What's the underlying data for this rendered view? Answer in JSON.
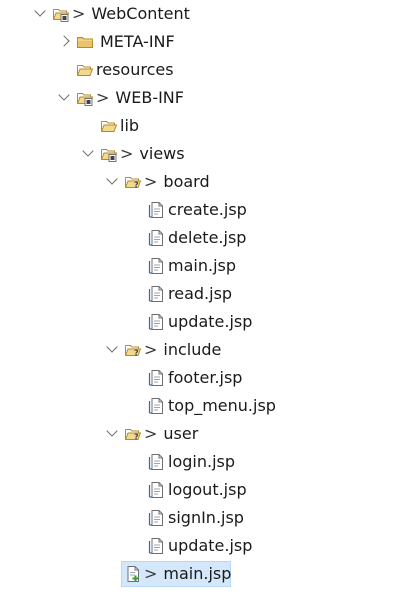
{
  "tree": {
    "nodes": [
      {
        "label": "WebContent",
        "prefix": ">",
        "icon": "folder-decorated-icon",
        "twisty": "expanded",
        "depth": 0
      },
      {
        "label": "META-INF",
        "prefix": "",
        "icon": "folder-icon",
        "twisty": "collapsed",
        "depth": 1
      },
      {
        "label": "resources",
        "prefix": "",
        "icon": "open-folder-icon",
        "twisty": "none",
        "depth": 1
      },
      {
        "label": "WEB-INF",
        "prefix": ">",
        "icon": "folder-decorated-icon",
        "twisty": "expanded",
        "depth": 1
      },
      {
        "label": "lib",
        "prefix": "",
        "icon": "open-folder-icon",
        "twisty": "none",
        "depth": 2
      },
      {
        "label": "views",
        "prefix": ">",
        "icon": "folder-decorated-icon",
        "twisty": "expanded",
        "depth": 2
      },
      {
        "label": "board",
        "prefix": ">",
        "icon": "folder-unknown-icon",
        "twisty": "expanded",
        "depth": 3
      },
      {
        "label": "create.jsp",
        "prefix": "",
        "icon": "jsp-file-icon",
        "twisty": "none",
        "depth": 4
      },
      {
        "label": "delete.jsp",
        "prefix": "",
        "icon": "jsp-file-icon",
        "twisty": "none",
        "depth": 4
      },
      {
        "label": "main.jsp",
        "prefix": "",
        "icon": "jsp-file-icon",
        "twisty": "none",
        "depth": 4
      },
      {
        "label": "read.jsp",
        "prefix": "",
        "icon": "jsp-file-icon",
        "twisty": "none",
        "depth": 4
      },
      {
        "label": "update.jsp",
        "prefix": "",
        "icon": "jsp-file-icon",
        "twisty": "none",
        "depth": 4
      },
      {
        "label": "include",
        "prefix": ">",
        "icon": "folder-unknown-icon",
        "twisty": "expanded",
        "depth": 3
      },
      {
        "label": "footer.jsp",
        "prefix": "",
        "icon": "jsp-file-icon",
        "twisty": "none",
        "depth": 4
      },
      {
        "label": "top_menu.jsp",
        "prefix": "",
        "icon": "jsp-file-icon",
        "twisty": "none",
        "depth": 4
      },
      {
        "label": "user",
        "prefix": ">",
        "icon": "folder-unknown-icon",
        "twisty": "expanded",
        "depth": 3
      },
      {
        "label": "login.jsp",
        "prefix": "",
        "icon": "jsp-file-icon",
        "twisty": "none",
        "depth": 4
      },
      {
        "label": "logout.jsp",
        "prefix": "",
        "icon": "jsp-file-icon",
        "twisty": "none",
        "depth": 4
      },
      {
        "label": "signIn.jsp",
        "prefix": "",
        "icon": "jsp-file-icon",
        "twisty": "none",
        "depth": 4
      },
      {
        "label": "update.jsp",
        "prefix": "",
        "icon": "jsp-file-icon",
        "twisty": "none",
        "depth": 4
      },
      {
        "label": "main.jsp",
        "prefix": ">",
        "icon": "jsp-file-added-icon",
        "twisty": "none",
        "depth": 3,
        "selected": true
      }
    ]
  },
  "colors": {
    "folder_fill": "#e9c46a",
    "folder_stroke": "#b58a2a",
    "selection_bg": "#d5e8fb",
    "file_accent": "#2b6cb0",
    "added_badge": "#3a9a3a"
  }
}
